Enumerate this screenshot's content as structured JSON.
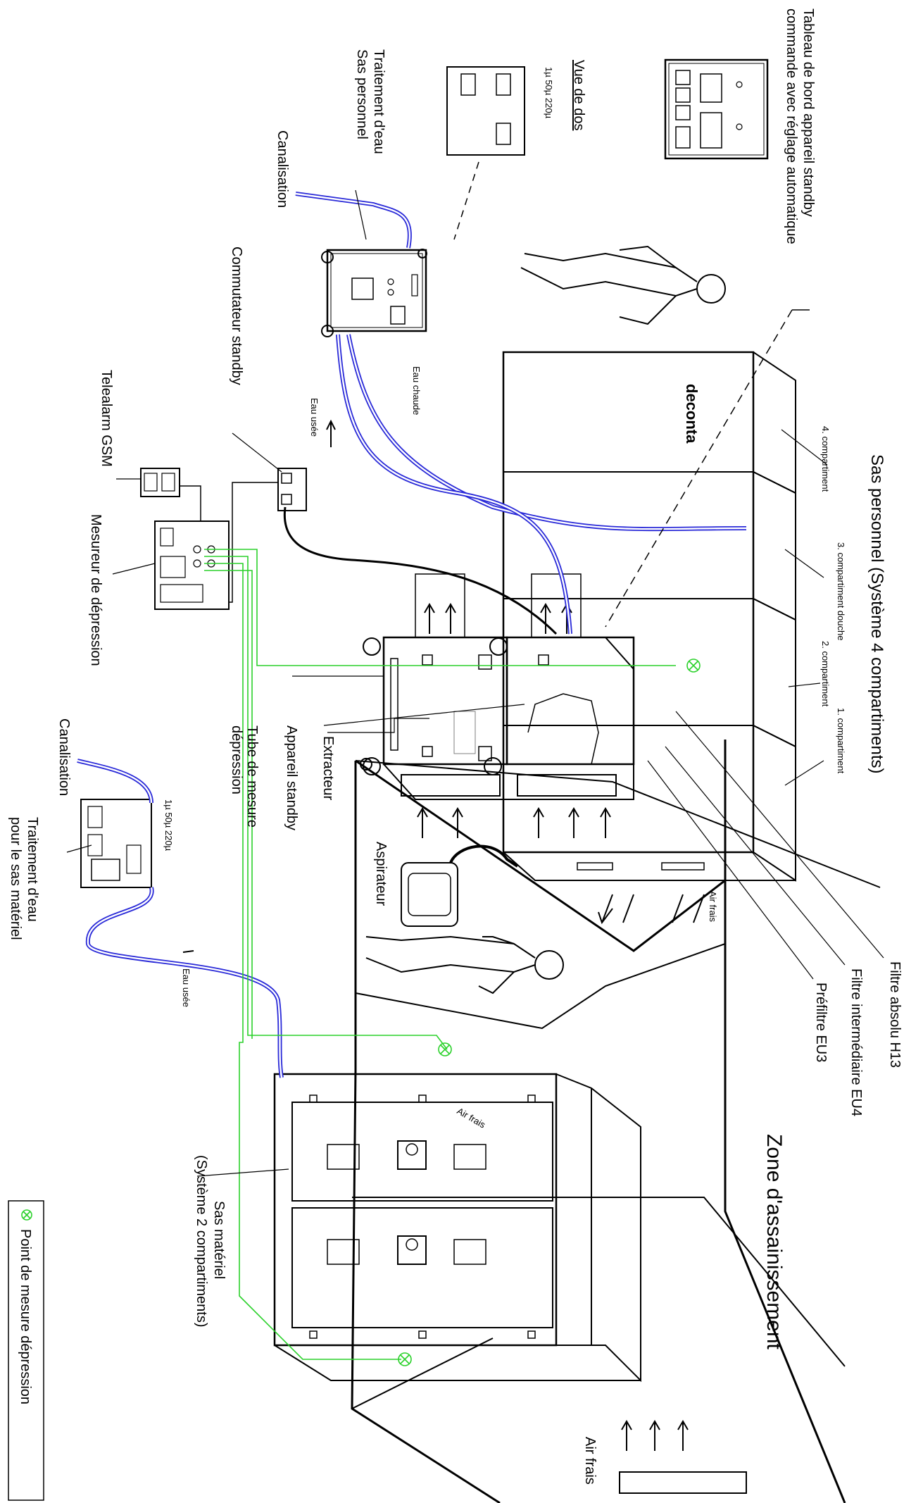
{
  "labels": {
    "tableau_line1": "Tableau de bord appareil standby",
    "tableau_line2": "commande avec réglage automatique",
    "vue_de_dos": "Vue de dos",
    "filter_sizes_top": "1µ  50µ  220µ",
    "traitement_personnel_line1": "Traitement d'eau",
    "traitement_personnel_line2": "Sas personnel",
    "canalisation_top": "Canalisation",
    "commutateur": "Commutateur standby",
    "eau_chaude": "Eau chaude",
    "eau_usee_top": "Eau usée",
    "telealarm": "Telealarm GSM",
    "mesureur": "Mesureur de dépression",
    "canalisation_bottom": "Canalisation",
    "filter_sizes_bottom": "1µ  50µ  220µ",
    "traitement_materiel_line1": "Traitement d'eau",
    "traitement_materiel_line2": "pour le sas matériel",
    "eau_usee_bottom": "Eau usée",
    "tube_line1": "Tube de mesure",
    "tube_line2": "dépression",
    "appareil_standby": "Appareil standby",
    "extracteur": "Extracteur",
    "aspirateur": "Aspirateur",
    "sas_personnel": "Sas personnel (Système 4 compartiments)",
    "compartiment_4": "4. compartiment",
    "compartiment_3": "3. compartiment douche",
    "compartiment_2": "2. compartiment",
    "compartiment_1": "1. compartiment",
    "air_frais_1": "Air frais",
    "air_frais_2": "Air frais",
    "air_frais_3": "Air frais",
    "filtre_absolu": "Filtre absolu H13",
    "filtre_intermediaire": "Filtre intermédiaire EU4",
    "prefiltre": "Préfiltre EU3",
    "zone": "Zone d'assainissement",
    "sas_materiel_line1": "Sas matériel",
    "sas_materiel_line2": "(Système 2 compartiments)",
    "legend": "Point de mesure dépression",
    "brand": "deconta"
  },
  "colors": {
    "water_pipe": "#2a2ad8",
    "pressure_tube": "#2bd12b",
    "measure_point": "#2bd12b"
  }
}
